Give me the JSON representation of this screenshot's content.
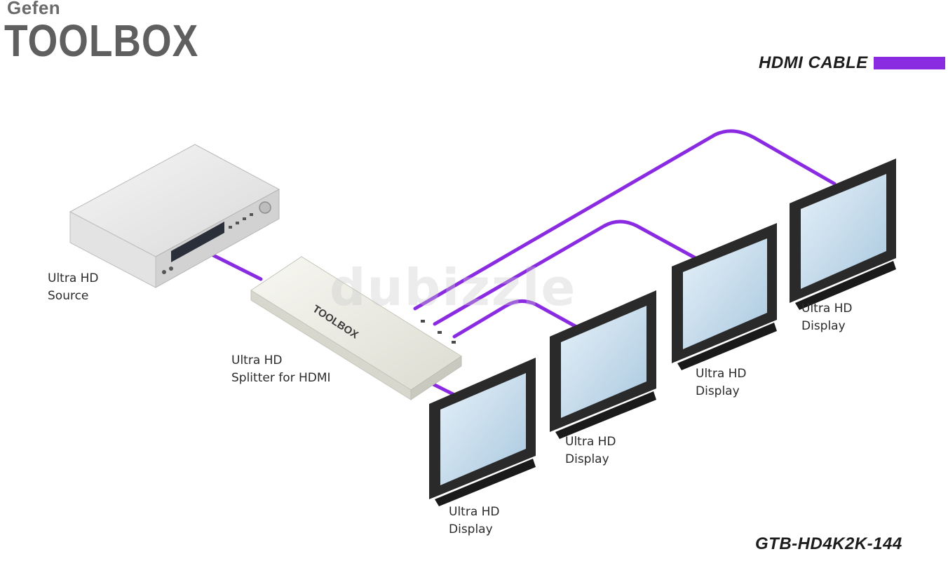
{
  "brand": {
    "top": "Gefen",
    "main": "TOOLBOX"
  },
  "legend": {
    "label": "HDMI CABLE",
    "color": "#8a2be2"
  },
  "model": "GTB-HD4K2K-144",
  "devices": {
    "source": [
      "Ultra HD",
      "Source"
    ],
    "splitter": [
      "Ultra HD",
      "Splitter for HDMI"
    ],
    "splitter_badge": "TOOLBOX",
    "display_1": [
      "Ultra HD",
      "Display"
    ],
    "display_2": [
      "Ultra HD",
      "Display"
    ],
    "display_3": [
      "Ultra HD",
      "Display"
    ],
    "display_4": [
      "Ultra HD",
      "Display"
    ]
  },
  "watermark": "dubizzle",
  "colors": {
    "cable": "#8a2be2",
    "screen": "#cfe2f0",
    "bezel": "#2a2a2a",
    "device_body": "#e7e7e7",
    "splitter_body": "#ecece3"
  }
}
